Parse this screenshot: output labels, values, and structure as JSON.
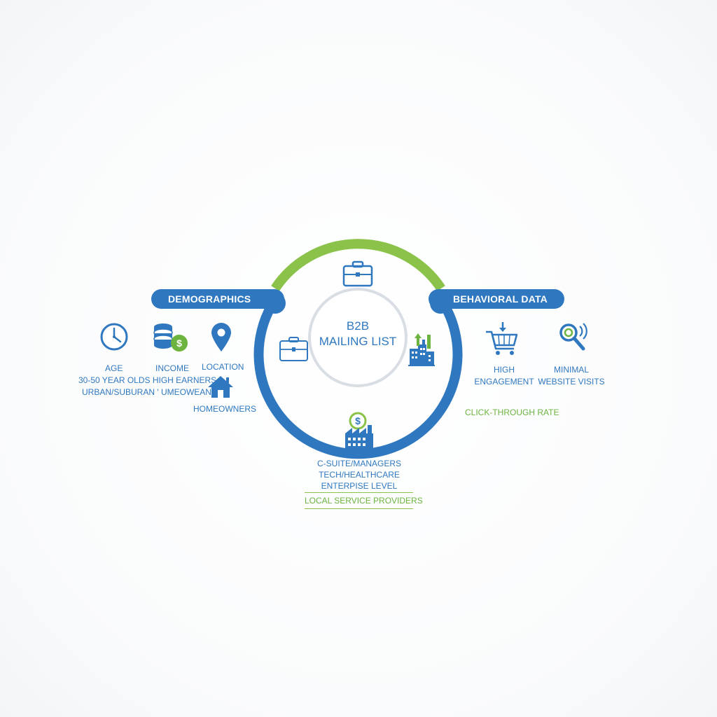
{
  "center": {
    "line1": "B2B",
    "line2": "MAILING LIST"
  },
  "demographics": {
    "title": "DEMOGRAPHICS",
    "age_label": "AGE",
    "income_label": "INCOME",
    "location_label": "LOCATION",
    "age_income_values": "30-50 YEAR OLDS HIGH EARNERS",
    "location_value": "URBAN/SUBURAN ' UMEOWEAN",
    "homeowners_label": "HOMEOWNERS"
  },
  "behavioral": {
    "title": "BEHAVIORAL DATA",
    "engagement_line1": "HIGH",
    "engagement_line2": "ENGAGEMENT",
    "visits_line1": "MINIMAL",
    "visits_line2": "WEBSITE VISITS",
    "ctr_label": "CLICK-THROUGH RATE"
  },
  "firmographics": {
    "line1": "C-SUITE/MANAGERS",
    "line2": "TECH/HEALTHCARE",
    "line3": "ENTERPISE LEVEL",
    "local": "LOCAL SERVICE PROVIDERS"
  },
  "icons": {
    "ring_top": "briefcase-icon",
    "ring_left": "briefcase-icon",
    "ring_right": "buildings-growth-icon",
    "ring_bottom": "dollar-factory-icon",
    "age": "clock-icon",
    "income": "coins-dollar-icon",
    "location": "map-pin-icon",
    "homeowners": "house-icon",
    "engagement": "shopping-cart-icon",
    "visits": "magnifier-icon"
  },
  "colors": {
    "primary_blue": "#2f78bf",
    "accent_green": "#8bc34a",
    "inner_ring": "#d9dee4"
  }
}
